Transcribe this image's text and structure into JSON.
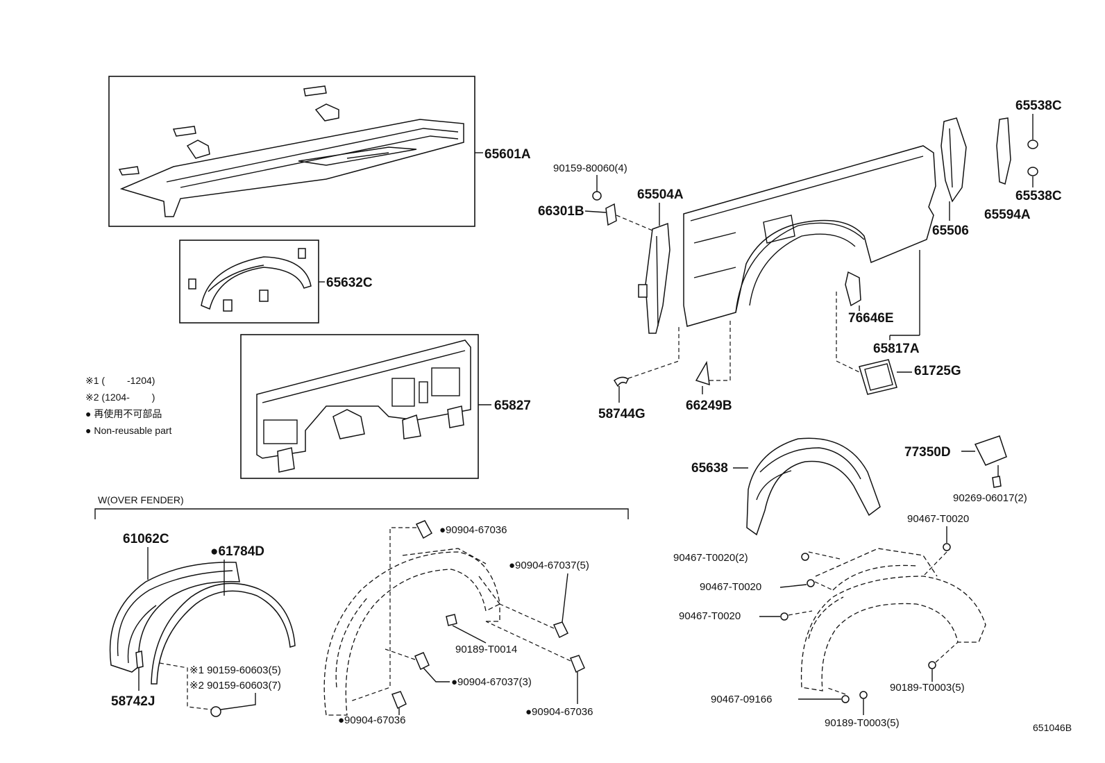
{
  "labels": {
    "p65601A": "65601A",
    "p65632C": "65632C",
    "p65827": "65827",
    "p90159_80060": "90159-80060(4)",
    "p66301B": "66301B",
    "p65504A": "65504A",
    "p58744G": "58744G",
    "p66249B": "66249B",
    "p65538C_top": "65538C",
    "p65538C_bot": "65538C",
    "p65506": "65506",
    "p65594A": "65594A",
    "p76646E": "76646E",
    "p65817A": "65817A",
    "p61725G": "61725G",
    "p77350D": "77350D",
    "p90269_06017": "90269-06017(2)",
    "p65638": "65638",
    "p90467_T0020_r": "90467-T0020",
    "p90467_T0020_2": "90467-T0020(2)",
    "p90467_T0020_a": "90467-T0020",
    "p90467_T0020_b": "90467-T0020",
    "p90189_T0003_5r": "90189-T0003(5)",
    "p90467_09166": "90467-09166",
    "p90189_T0003_5b": "90189-T0003(5)",
    "p61062C": "61062C",
    "p61784D": "●61784D",
    "p58742J": "58742J",
    "p90159_60603_5": "※1 90159-60603(5)",
    "p90159_60603_7": "※2 90159-60603(7)",
    "p90904_67036_top": "●90904-67036",
    "p90904_67037_5": "●90904-67037(5)",
    "p90189_T0014": "90189-T0014",
    "p90904_67037_3": "●90904-67037(3)",
    "p90904_67036_bl": "●90904-67036",
    "p90904_67036_br": "●90904-67036"
  },
  "notes": {
    "n1": "※1 (　　 -1204)",
    "n2": "※2 (1204-　　 )",
    "n3": "● 再使用不可部品",
    "n4": "● Non-reusable part",
    "section_title": "W(OVER FENDER)",
    "diagram_id": "651046B"
  }
}
